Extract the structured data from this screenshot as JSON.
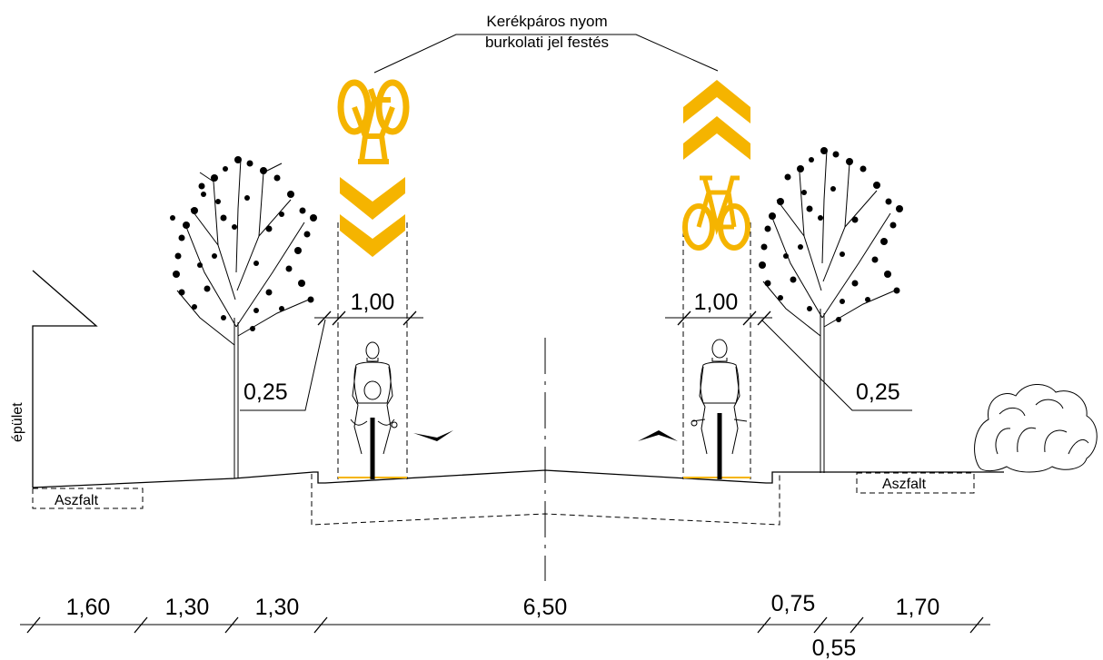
{
  "annotation": {
    "line1": "Kerékpáros nyom",
    "line2": "burkolati jel festés"
  },
  "labels": {
    "building": "épület",
    "asphalt_left": "Aszfalt",
    "asphalt_right": "Aszfalt"
  },
  "dimensions": {
    "marking_width_left": "1,00",
    "marking_width_right": "1,00",
    "offset_left": "0,25",
    "offset_right": "0,25",
    "bottom": [
      "1,60",
      "1,30",
      "1,30",
      "6,50",
      "0,75",
      "0,55",
      "1,70"
    ]
  },
  "colors": {
    "marking": "#f5b400",
    "ink": "#000000"
  }
}
